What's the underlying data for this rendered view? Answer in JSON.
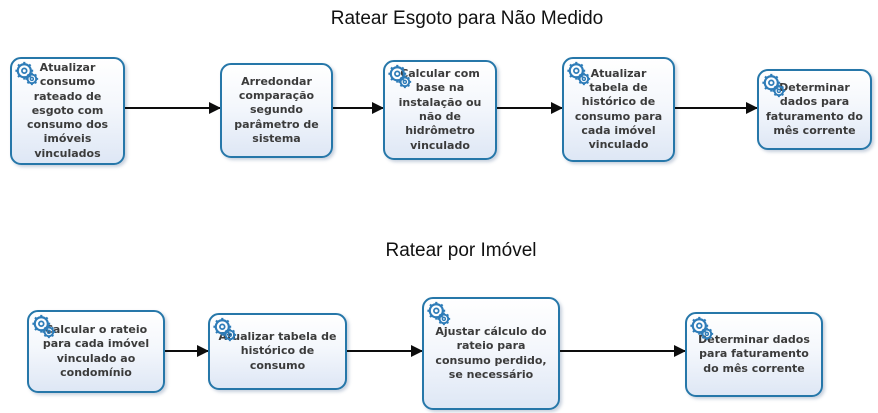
{
  "diagram": {
    "flows": [
      {
        "title": "Ratear Esgoto para Não Medido",
        "steps": [
          {
            "label": "Atualizar consumo rateado de esgoto com consumo dos imóveis vinculados",
            "icon": "gears-icon"
          },
          {
            "label": "Arredondar comparação segundo parâmetro de sistema",
            "icon": null
          },
          {
            "label": "Calcular com base na instalação ou não de hidrômetro vinculado",
            "icon": "gears-icon"
          },
          {
            "label": "Atualizar tabela de histórico de consumo para cada imóvel vinculado",
            "icon": "gears-icon"
          },
          {
            "label": "Determinar dados para faturamento do mês corrente",
            "icon": "gears-icon"
          }
        ]
      },
      {
        "title": "Ratear por Imóvel",
        "steps": [
          {
            "label": "Calcular o rateio para cada imóvel vinculado ao condomínio",
            "icon": "gears-icon"
          },
          {
            "label": "Atualizar tabela de histórico de consumo",
            "icon": "gears-icon"
          },
          {
            "label": "Ajustar cálculo do rateio para consumo perdido, se necessário",
            "icon": "gears-icon"
          },
          {
            "label": "Determinar dados para faturamento do mês corrente",
            "icon": "gears-icon"
          }
        ]
      }
    ],
    "colors": {
      "box_border": "#2677a9",
      "box_fill_top": "#ffffff",
      "box_fill_bottom": "#dee7f5",
      "icon_blue": "#2e7cb8",
      "box_text": "#3b3b3b",
      "title_text": "#111111",
      "arrow": "#0d0d0d"
    }
  }
}
